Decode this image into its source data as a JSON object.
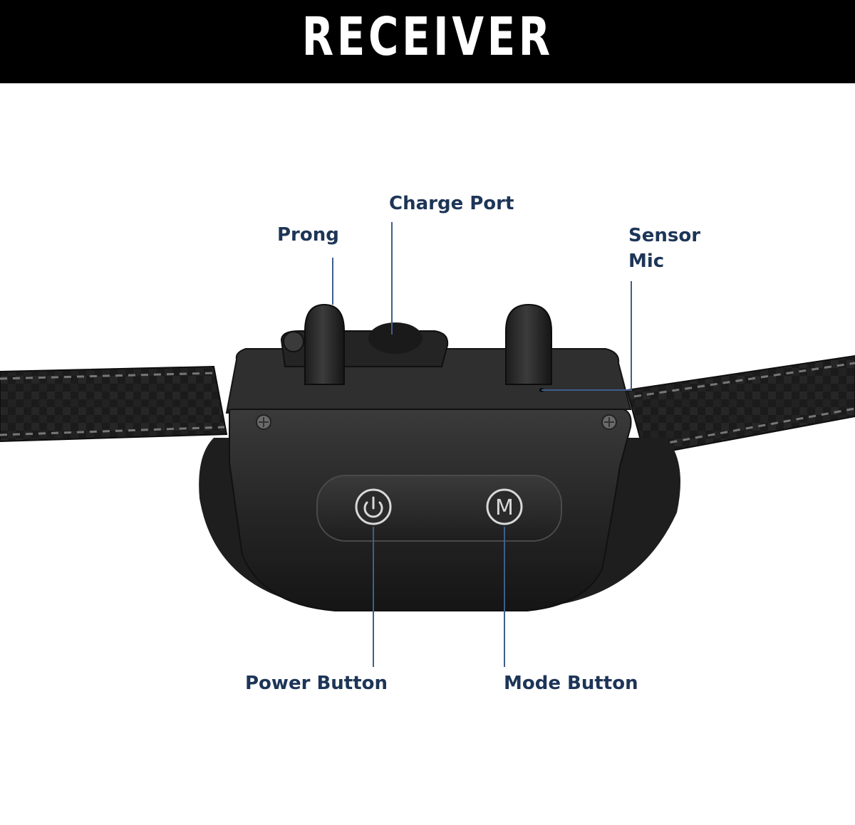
{
  "header": {
    "title": "RECEIVER"
  },
  "callouts": {
    "prong": "Prong",
    "charge_port": "Charge Port",
    "sensor_mic_line1": "Sensor",
    "sensor_mic_line2": "Mic",
    "power_button": "Power Button",
    "mode_button": "Mode Button"
  },
  "device": {
    "mode_glyph": "M"
  },
  "colors": {
    "banner": "#000000",
    "title": "#ffffff",
    "label": "#1d3557",
    "leader_line": "#3f5f8a",
    "device_body": "#2b2b2b",
    "strap": "#1a1a1a"
  }
}
